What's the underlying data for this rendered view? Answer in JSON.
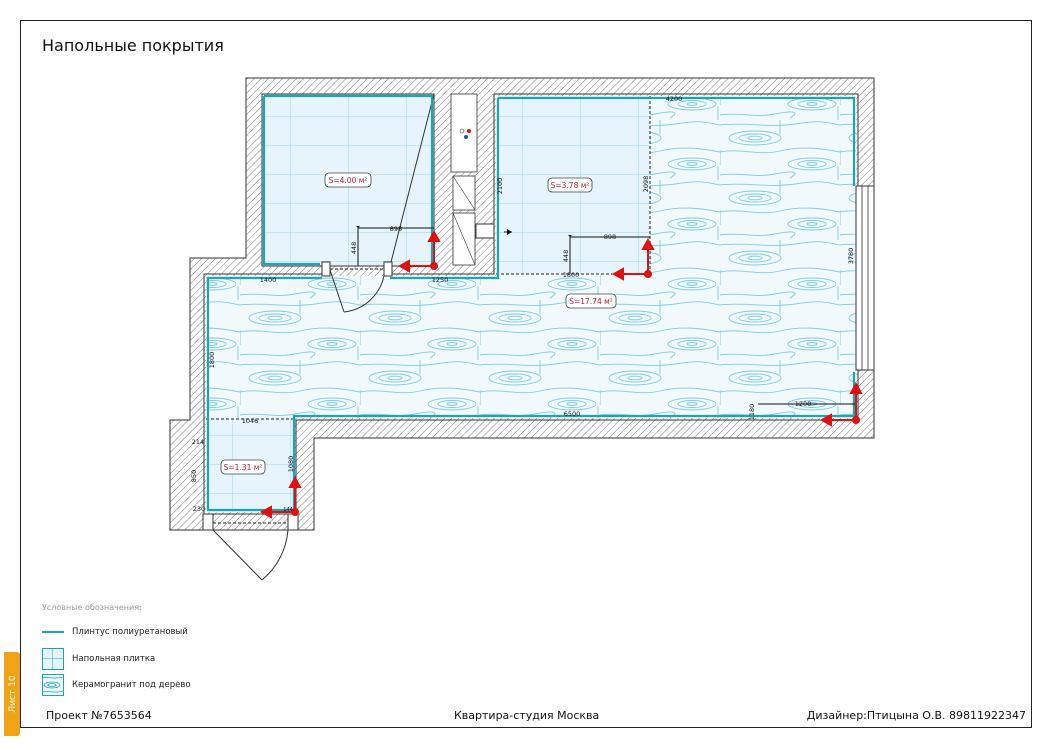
{
  "title": "Напольные покрытия",
  "areas": {
    "bathroom": "S=4.00 м²",
    "kitchen": "S=3.78 м²",
    "main": "S=17.74 м²",
    "hall": "S=1.31 м²"
  },
  "dims": {
    "d4200": "4200",
    "d898a": "898",
    "d448a": "448",
    "d898b": "898",
    "d448b": "448",
    "d2100": "2100",
    "d2098": "2098",
    "d1800": "1800",
    "d1400": "1400",
    "d1250": "1250",
    "d3780": "3780",
    "d1800v": "1800",
    "d1200": "1200",
    "d6500": "6500",
    "d1180": "1180",
    "d1046": "1046",
    "d214": "214",
    "d850": "850",
    "d1080": "1080",
    "d230": "230",
    "d144": "144"
  },
  "legend": {
    "title": "Условные обозначения:",
    "items": [
      {
        "label": "Плинтус полиуретановый"
      },
      {
        "label": "Напольная плитка"
      },
      {
        "label": "Керамогранит под дерево"
      }
    ]
  },
  "footer": {
    "project": "Проект №7653564",
    "name": "Квартира-студия Москва",
    "designer": "Дизайнер:Птицына О.В. 89811922347"
  },
  "sheet": "Лист 10",
  "colors": {
    "baseboard": "#1aa6b7",
    "tile_fill": "#e8f4fb",
    "tile_grid": "#a9dcf0",
    "wood_line": "#7fcbe6",
    "arrow": "#e01010",
    "area_text": "#c0182b"
  }
}
